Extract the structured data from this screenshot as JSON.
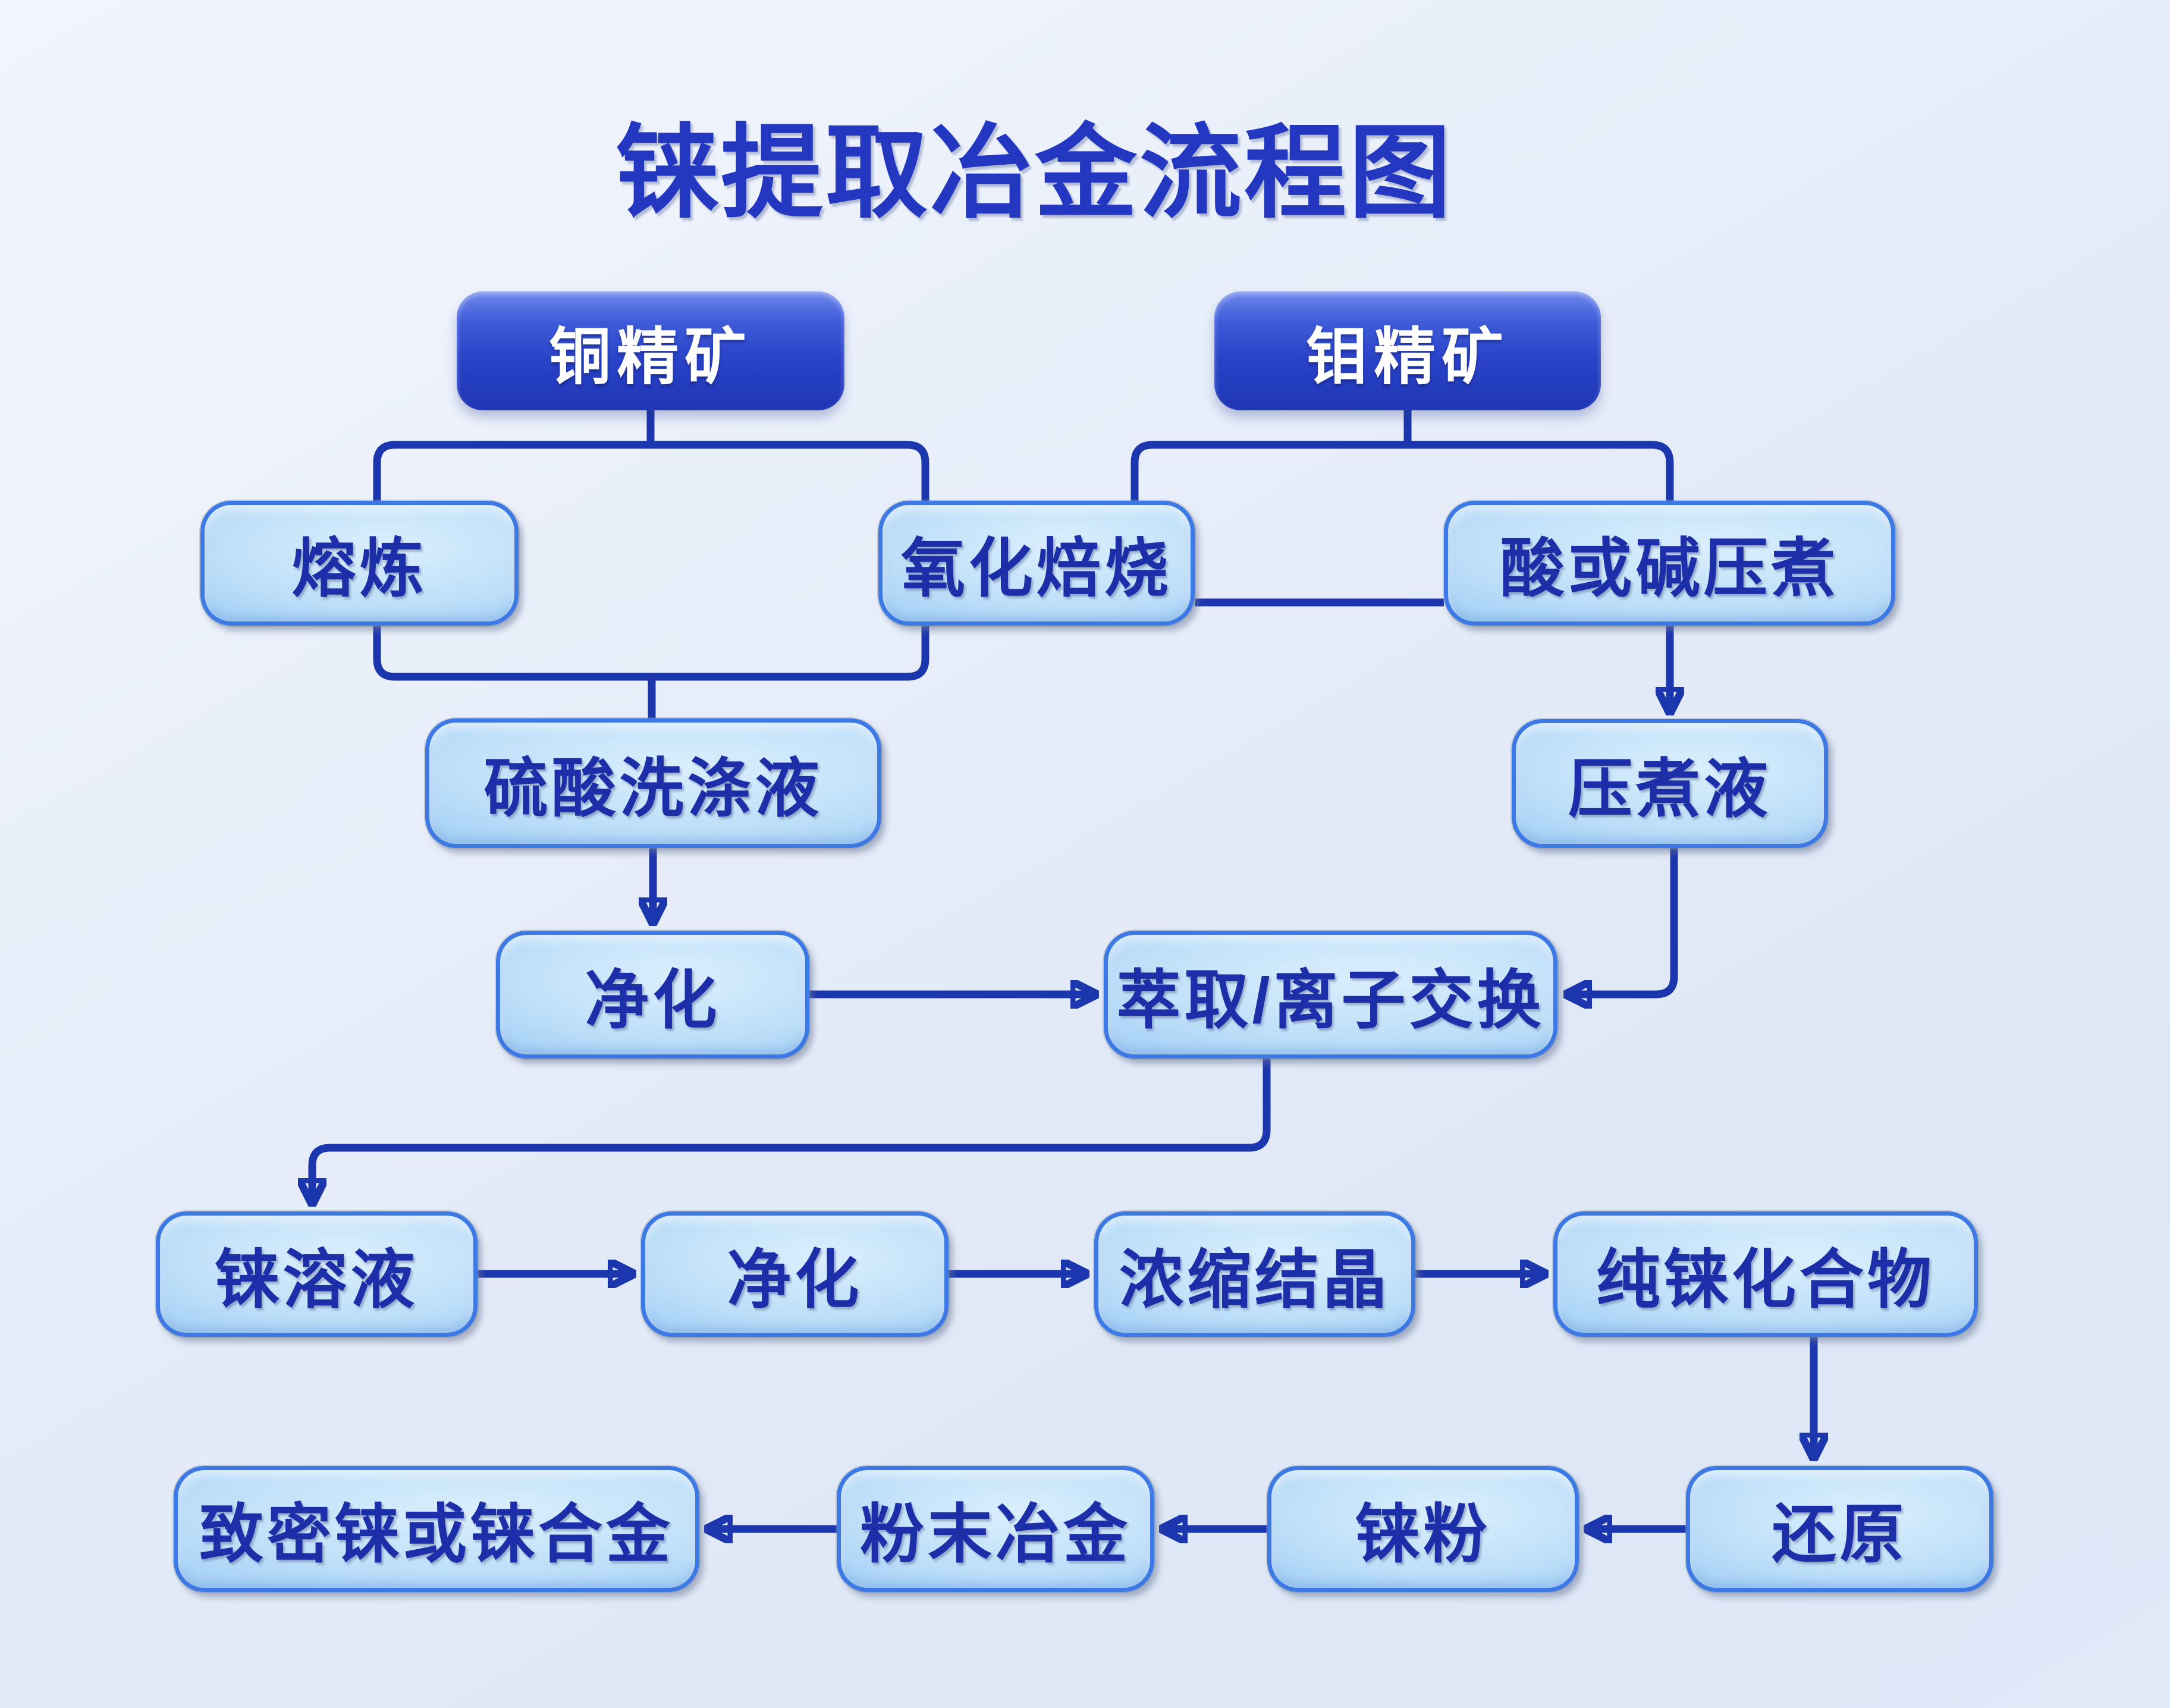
{
  "title": "铼提取冶金流程图",
  "colors": {
    "background": "#e7edf8",
    "line": "#1c36ae",
    "title_text": "#2437c0",
    "dark_box_top": "#6e87ec",
    "dark_box_bottom": "#1e35b4",
    "dark_box_text": "#ffffff",
    "light_box_border": "#3c79e4",
    "light_box_fill_center": "#dbeffd",
    "light_box_fill_edge": "#7ab2ee",
    "light_box_text": "#1c2ea8"
  },
  "nodes": {
    "copper_concentrate": {
      "label": "铜精矿"
    },
    "moly_concentrate": {
      "label": "钼精矿"
    },
    "smelting": {
      "label": "熔炼"
    },
    "oxidizing_roasting": {
      "label": "氧化焙烧"
    },
    "acid_or_alkali_pressure_cooking": {
      "label": "酸或碱压煮"
    },
    "sulfuric_acid_washing_liquid": {
      "label": "硫酸洗涤液"
    },
    "pressure_cooking_liquid": {
      "label": "压煮液"
    },
    "purification_1": {
      "label": "净化"
    },
    "extraction_ion_exchange": {
      "label": "萃取/离子交换"
    },
    "rhenium_solution": {
      "label": "铼溶液"
    },
    "purification_2": {
      "label": "净化"
    },
    "concentration_crystallization": {
      "label": "浓缩结晶"
    },
    "pure_rhenium_compound": {
      "label": "纯铼化合物"
    },
    "dense_rhenium_or_alloy": {
      "label": "致密铼或铼合金"
    },
    "powder_metallurgy": {
      "label": "粉末冶金"
    },
    "rhenium_powder": {
      "label": "铼粉"
    },
    "reduction": {
      "label": "还原"
    }
  },
  "edges": [
    {
      "from": "copper_concentrate",
      "to": "smelting",
      "arrow": false
    },
    {
      "from": "copper_concentrate",
      "to": "oxidizing_roasting",
      "arrow": false
    },
    {
      "from": "moly_concentrate",
      "to": "oxidizing_roasting",
      "arrow": false
    },
    {
      "from": "moly_concentrate",
      "to": "acid_or_alkali_pressure_cooking",
      "arrow": false
    },
    {
      "from": "oxidizing_roasting",
      "to": "acid_or_alkali_pressure_cooking",
      "arrow": false
    },
    {
      "from": "smelting",
      "to": "sulfuric_acid_washing_liquid",
      "arrow": false
    },
    {
      "from": "oxidizing_roasting",
      "to": "sulfuric_acid_washing_liquid",
      "arrow": false
    },
    {
      "from": "acid_or_alkali_pressure_cooking",
      "to": "pressure_cooking_liquid",
      "arrow": true
    },
    {
      "from": "sulfuric_acid_washing_liquid",
      "to": "purification_1",
      "arrow": true
    },
    {
      "from": "purification_1",
      "to": "extraction_ion_exchange",
      "arrow": true
    },
    {
      "from": "pressure_cooking_liquid",
      "to": "extraction_ion_exchange",
      "arrow": true
    },
    {
      "from": "extraction_ion_exchange",
      "to": "rhenium_solution",
      "arrow": true
    },
    {
      "from": "rhenium_solution",
      "to": "purification_2",
      "arrow": true
    },
    {
      "from": "purification_2",
      "to": "concentration_crystallization",
      "arrow": true
    },
    {
      "from": "concentration_crystallization",
      "to": "pure_rhenium_compound",
      "arrow": true
    },
    {
      "from": "pure_rhenium_compound",
      "to": "reduction",
      "arrow": true
    },
    {
      "from": "reduction",
      "to": "rhenium_powder",
      "arrow": true
    },
    {
      "from": "rhenium_powder",
      "to": "powder_metallurgy",
      "arrow": true
    },
    {
      "from": "powder_metallurgy",
      "to": "dense_rhenium_or_alloy",
      "arrow": true
    }
  ]
}
